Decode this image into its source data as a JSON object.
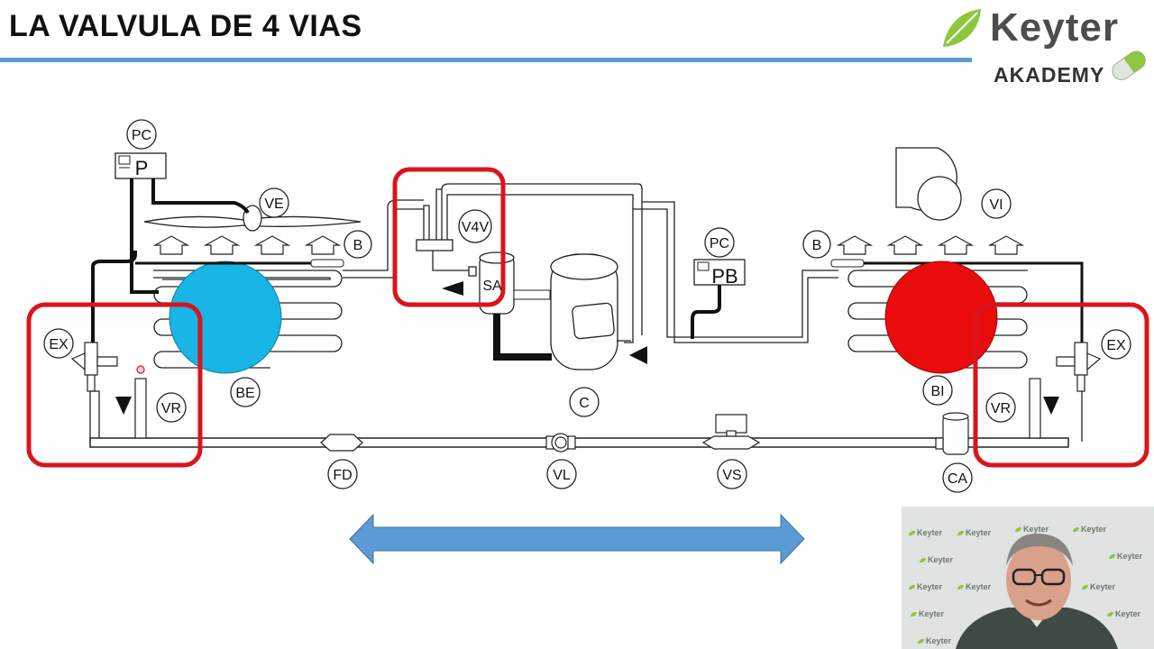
{
  "slide": {
    "title": "LA VALVULA DE 4 VIAS"
  },
  "logo": {
    "brand": "Keyter",
    "sub": "AKADEMY",
    "colors": {
      "leaf": "#8dc63f",
      "text": "#4d4d4d"
    }
  },
  "diagram": {
    "labels": {
      "pc_left": "PC",
      "p": "P",
      "ve": "VE",
      "b_left": "B",
      "ex_left": "EX",
      "vr_left": "VR",
      "be": "BE",
      "v4v": "V4V",
      "sa": "SA",
      "c": "C",
      "pc_right": "PC",
      "pb": "PB",
      "vi": "VI",
      "b_right": "B",
      "bi": "BI",
      "ex_right": "EX",
      "vr_right": "VR",
      "fd": "FD",
      "vl": "VL",
      "vs": "VS",
      "ca": "CA"
    },
    "colors": {
      "highlight": "#d9141b",
      "cold_coil": "#19b5e6",
      "hot_coil": "#e80c0c",
      "arrow": "#5b9bd5"
    }
  },
  "webcam": {
    "watermark": "Keyter"
  }
}
